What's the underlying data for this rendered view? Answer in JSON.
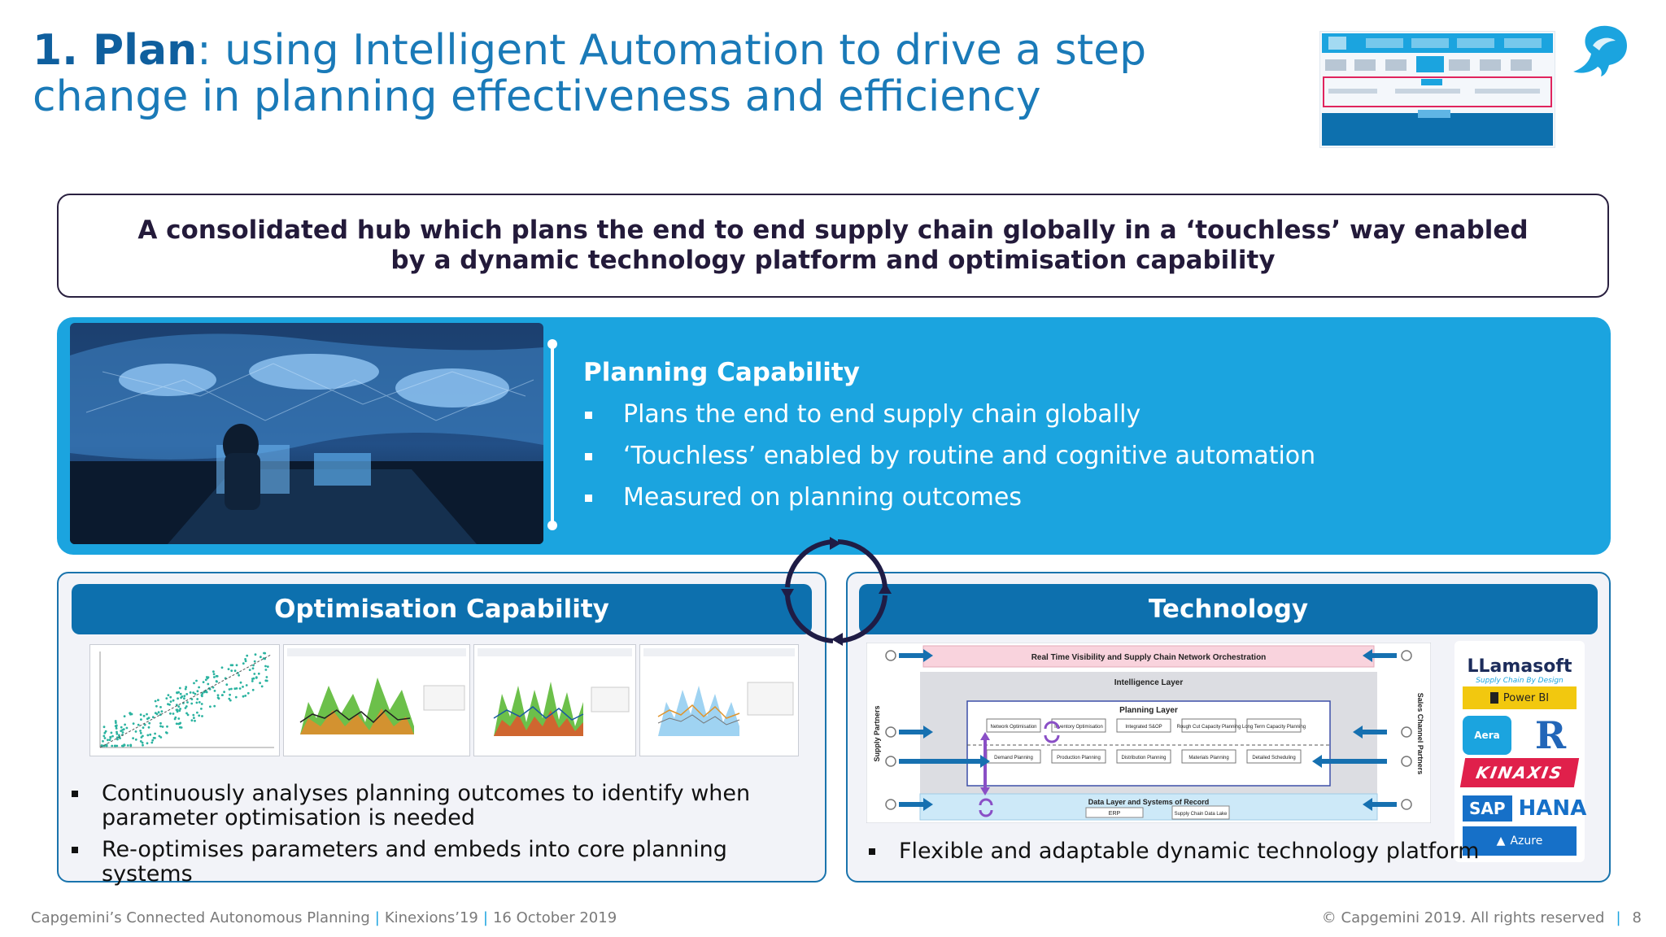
{
  "header": {
    "title_number_bold": "1. Plan",
    "title_rest": ": using Intelligent Automation to drive a step change in planning effectiveness and efficiency",
    "title_color": "#1a7ab8"
  },
  "hub": {
    "text": "A consolidated hub which plans the end to end supply chain globally in a ‘touchless’ way enabled by a dynamic technology platform and optimisation capability"
  },
  "planning": {
    "heading": "Planning Capability",
    "bullets": [
      "Plans the end to end supply chain globally",
      "‘Touchless’ enabled by routine and cognitive automation",
      "Measured on planning outcomes"
    ],
    "panel_color": "#1ba4df"
  },
  "optimisation": {
    "heading": "Optimisation Capability",
    "bullets": [
      "Continuously analyses planning outcomes to identify when parameter optimisation is needed",
      "Re-optimises parameters and embeds into core planning systems"
    ]
  },
  "technology": {
    "heading": "Technology",
    "bullets": [
      "Flexible and adaptable dynamic technology platform"
    ],
    "diagram": {
      "top_band": "Real Time Visibility and Supply Chain Network Orchestration",
      "intelligence": "Intelligence Layer",
      "planning_layer": "Planning Layer",
      "boxes_row1": [
        "Network Optimisation",
        "Inventory Optimisation",
        "Integrated S&OP",
        "Rough Cut Capacity Planning",
        "Long Term Capacity Planning"
      ],
      "boxes_row2": [
        "Demand Planning",
        "Production Planning",
        "Distribution Planning",
        "Materials Planning",
        "Detailed Scheduling"
      ],
      "data_layer": "Data Layer and Systems of Record",
      "data_boxes": [
        "ERP",
        "Supply Chain Data Lake"
      ],
      "left_label": "Supply Partners",
      "right_label": "Sales Channel Partners"
    },
    "vendors": [
      "LLamasoft",
      "Supply Chain By Design",
      "Power BI",
      "Aera",
      "R",
      "KINAXIS",
      "SAP",
      "HANA",
      "Azure"
    ]
  },
  "footer": {
    "left_parts": [
      "Capgemini’s Connected Autonomous Planning",
      "Kinexions’19",
      "16 October 2019"
    ],
    "copyright": "© Capgemini 2019. All rights reserved",
    "page_number": "8"
  }
}
